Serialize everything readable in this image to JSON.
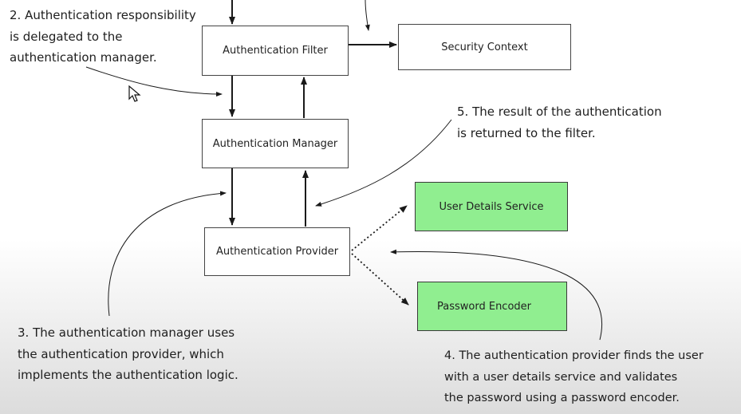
{
  "boxes": {
    "filter": "Authentication Filter",
    "context": "Security Context",
    "manager": "Authentication Manager",
    "provider": "Authentication Provider",
    "user_details": "User Details Service",
    "encoder": "Password Encoder"
  },
  "notes": {
    "step2": [
      "2. Authentication responsibility",
      "is delegated to the",
      "authentication manager."
    ],
    "step3": [
      "3. The authentication manager uses",
      "the authentication provider, which",
      "implements the authentication logic."
    ],
    "step4": [
      "4. The authentication provider finds the user",
      "with a user details service and validates",
      "the password  using a password encoder."
    ],
    "step5": [
      "5. The result of the authentication",
      "is returned to the filter."
    ]
  },
  "colors": {
    "line": "#1a1a1a",
    "green_fill": "#90ee90"
  }
}
